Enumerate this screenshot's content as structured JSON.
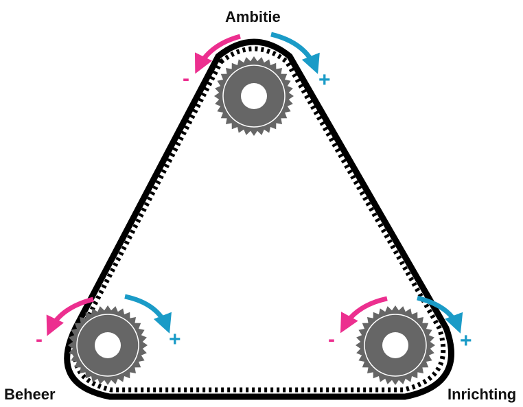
{
  "labels": {
    "top": "Ambitie",
    "bottom_left": "Beheer",
    "bottom_right": "Inrichting"
  },
  "signs": {
    "minus": "-",
    "plus": "+"
  },
  "colors": {
    "minus_arrow": "#ec2f8f",
    "plus_arrow": "#1a9bc7",
    "belt": "#000000",
    "gear": "#666666",
    "gear_ring": "#ffffff"
  },
  "gears": [
    {
      "name": "gear-ambitie"
    },
    {
      "name": "gear-beheer"
    },
    {
      "name": "gear-inrichting"
    }
  ]
}
